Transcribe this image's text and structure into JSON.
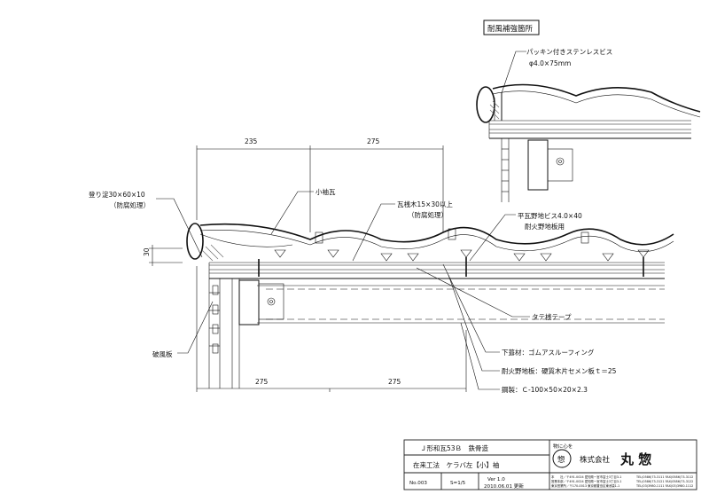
{
  "detail": {
    "heading": "耐風補強箇所",
    "screw_label": "パッキン付きステンレスビス",
    "screw_size": "φ4.0×75mm"
  },
  "labels": {
    "kobushi_tile": "小袖瓦",
    "nobori_yodo_1": "登り淀30×60×10",
    "nobori_yodo_2": "（防腐処理）",
    "batten_1": "瓦桟木15×30以上",
    "batten_2": "（防腐処理）",
    "flat_screw_1": "平瓦野地ビス4.0×40",
    "flat_screw_2": "耐火野地板用",
    "tate_san": "タテ桟テープ",
    "underlay": "下葺材：ゴムアスルーフィング",
    "fire_board": "耐火野地板：硬質木片セメン板ｔ＝25",
    "steel": "鋼製：Ｃ-100×50×20×2.3",
    "barge_board": "破風板"
  },
  "dimensions": {
    "top_left": "235",
    "top_right": "275",
    "bottom_left": "275",
    "bottom_right": "275",
    "height": "30"
  },
  "title_block": {
    "row1": "Ｊ形和瓦53Ｂ　鉄骨造",
    "row2": "在来工法　ケラバ左【小】袖",
    "doc_no": "No.003",
    "scale": "S=1/5",
    "version": "Ver 1.0",
    "date": "2010.06.01 更新",
    "company_prefix": "株式会社",
    "company_name": "丸 惣",
    "motto": "物に心を",
    "seal_char": "惣",
    "addr_line1": "本　　社／〒491-0024 愛知県一宮市富士3丁目3-1",
    "addr_line2": "営業本部／〒491-0024 愛知県一宮市富士3丁目3-1",
    "addr_line3": "東京営業所／〒170-0013 東京都豊島区東池袋1-1",
    "tel_line1": "TEL(0586)73-3111  FAX(0586)73-3112",
    "tel_line2": "TEL(0586)73-3121  FAX(0586)73-3122",
    "tel_line3": "TEL(03)3980-1111  FAX(03)3980-1112"
  }
}
